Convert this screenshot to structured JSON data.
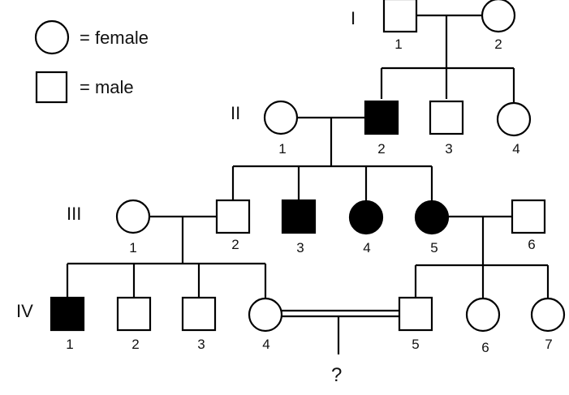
{
  "legend": {
    "female_label": "= female",
    "male_label": "= male"
  },
  "generations": [
    {
      "label": "I",
      "individuals": [
        {
          "number": "1",
          "sex": "male",
          "affected": false
        },
        {
          "number": "2",
          "sex": "female",
          "affected": false
        }
      ]
    },
    {
      "label": "II",
      "individuals": [
        {
          "number": "1",
          "sex": "female",
          "affected": false
        },
        {
          "number": "2",
          "sex": "male",
          "affected": true
        },
        {
          "number": "3",
          "sex": "male",
          "affected": false
        },
        {
          "number": "4",
          "sex": "female",
          "affected": false
        }
      ]
    },
    {
      "label": "III",
      "individuals": [
        {
          "number": "1",
          "sex": "female",
          "affected": false
        },
        {
          "number": "2",
          "sex": "male",
          "affected": false
        },
        {
          "number": "3",
          "sex": "male",
          "affected": true
        },
        {
          "number": "4",
          "sex": "female",
          "affected": true
        },
        {
          "number": "5",
          "sex": "female",
          "affected": true
        },
        {
          "number": "6",
          "sex": "male",
          "affected": false
        }
      ]
    },
    {
      "label": "IV",
      "individuals": [
        {
          "number": "1",
          "sex": "male",
          "affected": true
        },
        {
          "number": "2",
          "sex": "male",
          "affected": false
        },
        {
          "number": "3",
          "sex": "male",
          "affected": false
        },
        {
          "number": "4",
          "sex": "female",
          "affected": false
        },
        {
          "number": "5",
          "sex": "male",
          "affected": false
        },
        {
          "number": "6",
          "sex": "female",
          "affected": false
        },
        {
          "number": "7",
          "sex": "female",
          "affected": false
        }
      ]
    }
  ],
  "unknown_offspring_label": "?",
  "colors": {
    "affected_fill": "#000000",
    "unaffected_fill": "#ffffff",
    "line": "#000000"
  }
}
